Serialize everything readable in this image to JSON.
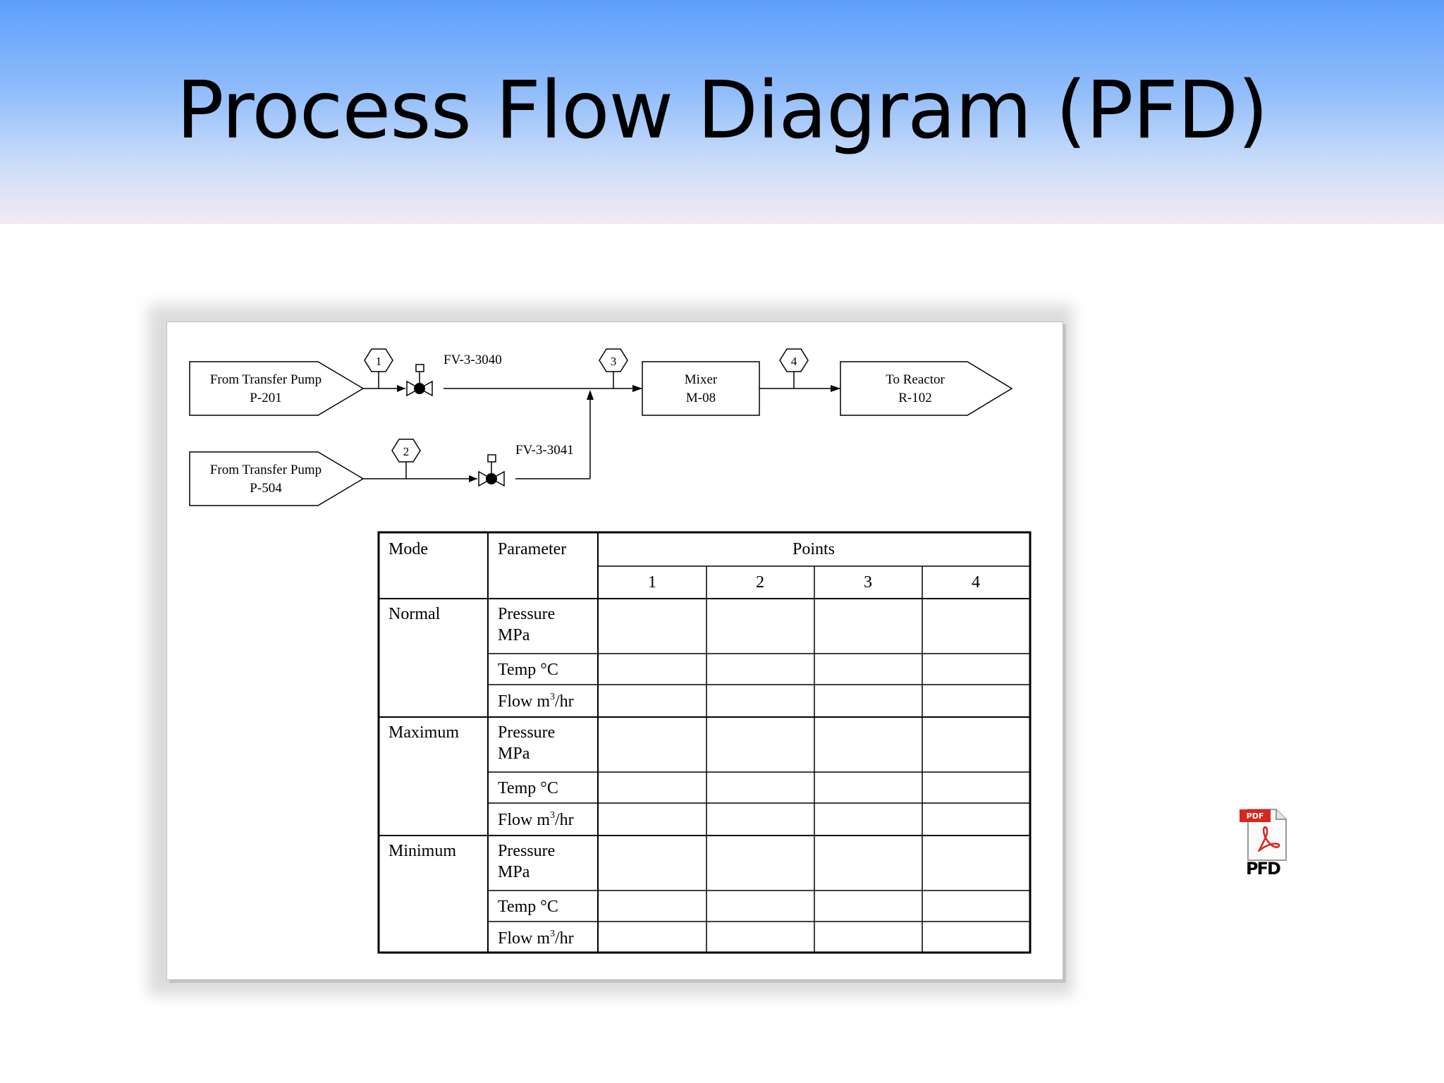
{
  "slide": {
    "title": "Process Flow Diagram (PFD)"
  },
  "diagram": {
    "sources": [
      {
        "line1": "From Transfer Pump",
        "line2": "P-201"
      },
      {
        "line1": "From Transfer Pump",
        "line2": "P-504"
      }
    ],
    "mixer": {
      "line1": "Mixer",
      "line2": "M-08"
    },
    "destination": {
      "line1": "To Reactor",
      "line2": "R-102"
    },
    "points": [
      "1",
      "2",
      "3",
      "4"
    ],
    "valves": [
      "FV-3-3040",
      "FV-3-3041"
    ]
  },
  "table": {
    "headers": {
      "mode": "Mode",
      "parameter": "Parameter",
      "points": "Points"
    },
    "point_columns": [
      "1",
      "2",
      "3",
      "4"
    ],
    "modes": [
      "Normal",
      "Maximum",
      "Minimum"
    ],
    "parameters": [
      {
        "line1": "Pressure",
        "line2": "MPa"
      },
      {
        "line1": "Temp °C"
      },
      {
        "line1": "Flow m",
        "sup": "3",
        "rest": "/hr"
      }
    ]
  },
  "attachment": {
    "icon": "pdf-file-icon",
    "badge": "PDF",
    "label": "PFD"
  }
}
